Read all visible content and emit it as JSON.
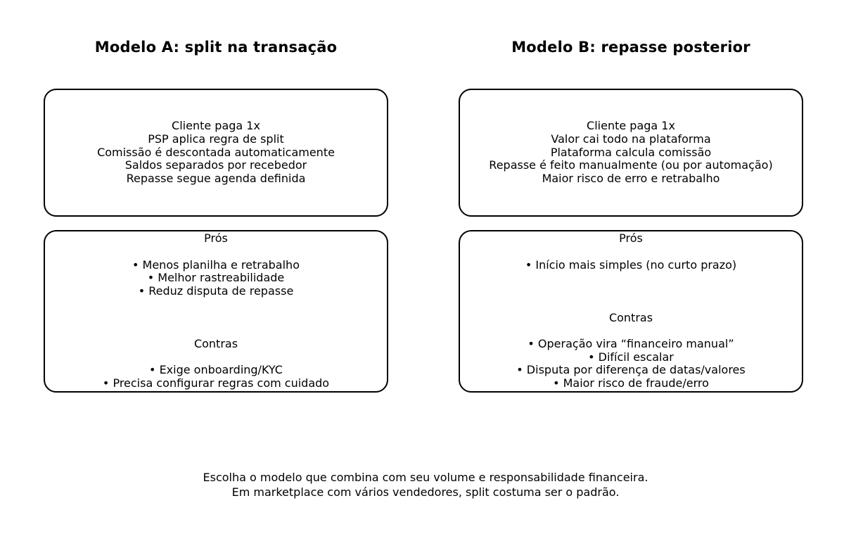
{
  "colors": {
    "background": "#ffffff",
    "text": "#000000",
    "box_border": "#000000"
  },
  "columns": [
    {
      "title": "Modelo A: split na transação",
      "flow_lines": [
        "Cliente paga 1x",
        "PSP aplica regra de split",
        "Comissão é descontada automaticamente",
        "Saldos separados por recebedor",
        "Repasse segue agenda definida"
      ],
      "pros_title": "Prós",
      "pros": [
        "• Menos planilha e retrabalho",
        "• Melhor rastreabilidade",
        "• Reduz disputa de repasse"
      ],
      "cons_title": "Contras",
      "cons": [
        "• Exige onboarding/KYC",
        "• Precisa configurar regras com cuidado"
      ]
    },
    {
      "title": "Modelo B: repasse posterior",
      "flow_lines": [
        "Cliente paga 1x",
        "Valor cai todo na plataforma",
        "Plataforma calcula comissão",
        "Repasse é feito manualmente (ou por automação)",
        "Maior risco de erro e retrabalho"
      ],
      "pros_title": "Prós",
      "pros": [
        "• Início mais simples (no curto prazo)"
      ],
      "cons_title": "Contras",
      "cons": [
        "• Operação vira “financeiro manual”",
        "• Difícil escalar",
        "• Disputa por diferença de datas/valores",
        "• Maior risco de fraude/erro"
      ]
    }
  ],
  "footer": {
    "lines": [
      "Escolha o modelo que combina com seu volume e responsabilidade financeira.",
      "Em marketplace com vários vendedores, split costuma ser o padrão."
    ]
  }
}
